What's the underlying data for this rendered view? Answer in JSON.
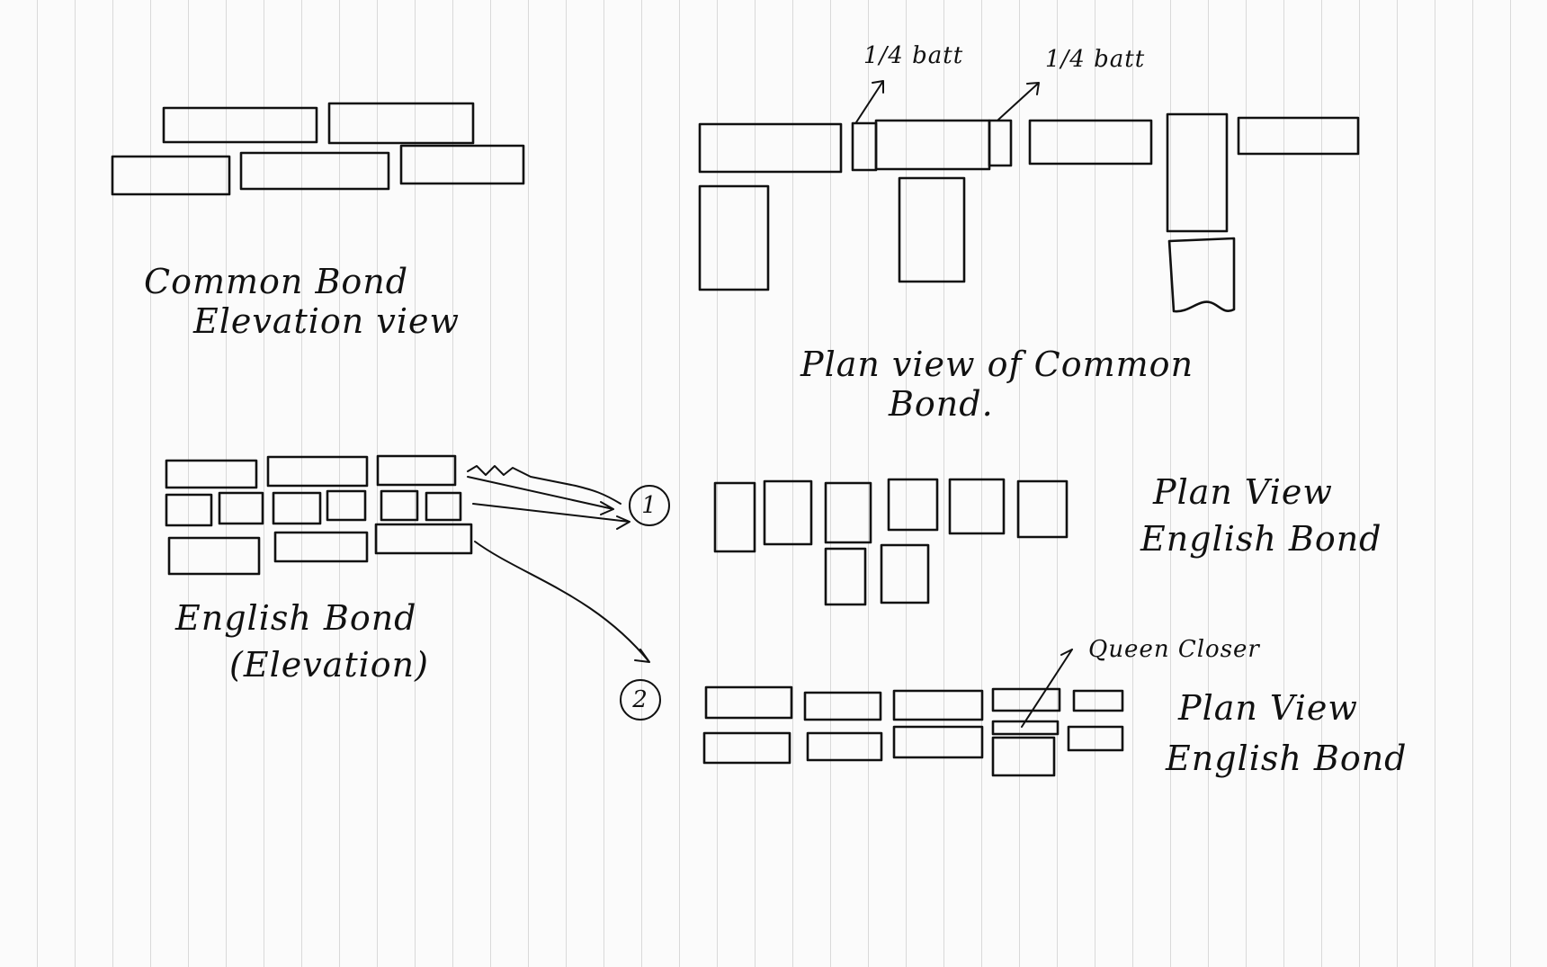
{
  "labels": {
    "common_elevation_line1": "Common Bond",
    "common_elevation_line2": "Elevation view",
    "common_plan_line1": "Plan view of Common",
    "common_plan_line2": "Bond.",
    "batt_left": "1/4 batt",
    "batt_right": "1/4 batt",
    "english_elevation_line1": "English Bond",
    "english_elevation_line2": "(Elevation)",
    "english_plan1_line1": "Plan View",
    "english_plan1_line2": "English Bond",
    "queen_closer": "Queen Closer",
    "english_plan2_line1": "Plan View",
    "english_plan2_line2": "English Bond",
    "marker_1": "1",
    "marker_2": "2"
  },
  "colors": {
    "ink": "#111111",
    "paper": "#fbfbfb",
    "rule_lines": "#d9d9d9"
  }
}
